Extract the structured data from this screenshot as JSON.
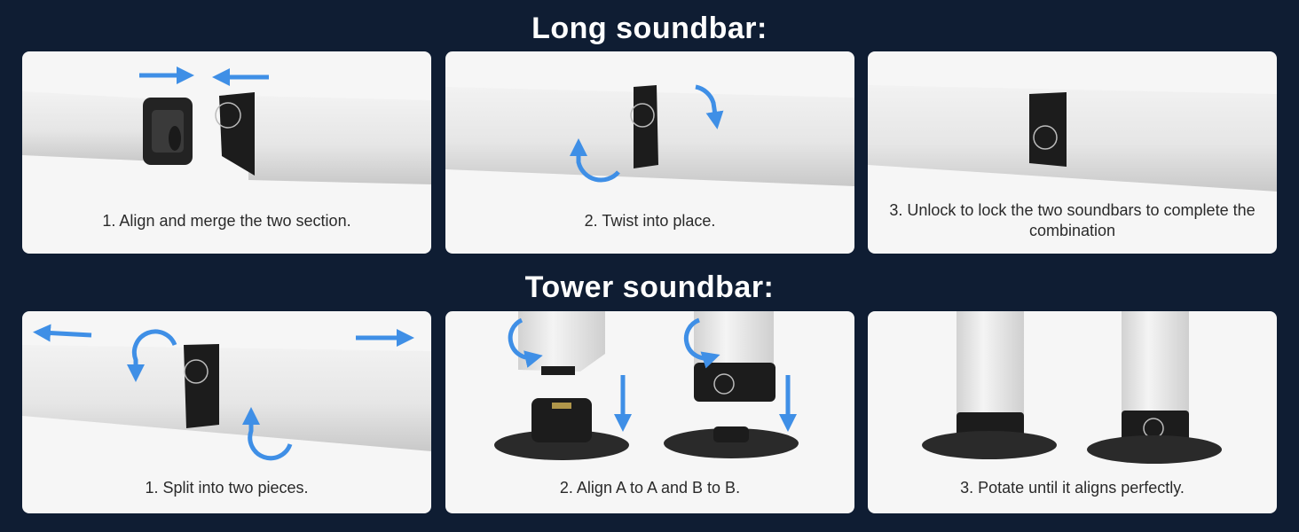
{
  "sections": [
    {
      "title": "Long soundbar:",
      "steps": [
        {
          "caption": "1. Align and merge the two section."
        },
        {
          "caption": "2. Twist into place."
        },
        {
          "caption": "3. Unlock to lock the two soundbars to complete the combination"
        }
      ]
    },
    {
      "title": "Tower soundbar:",
      "steps": [
        {
          "caption": "1. Split into two pieces."
        },
        {
          "caption": "2. Align A to A and B to B."
        },
        {
          "caption": "3. Potate until it aligns perfectly."
        }
      ]
    }
  ],
  "colors": {
    "background": "#0f1d33",
    "card": "#f6f6f6",
    "arrow": "#3f8fe6",
    "bar": "#e8e8e8",
    "connector": "#1c1c1c"
  }
}
